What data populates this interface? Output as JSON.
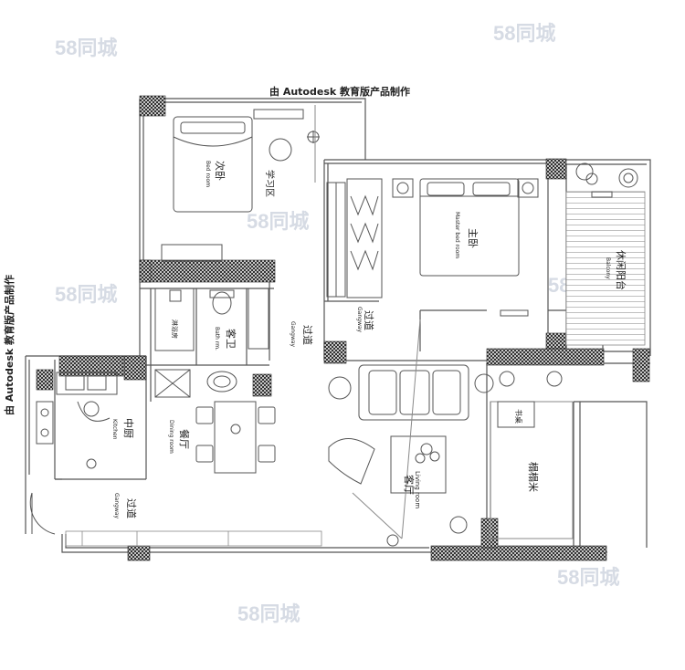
{
  "watermarks": {
    "top": "由 Autodesk 教育版产品制作",
    "left": "由 Autodesk 教育版产品制作",
    "site": "58同城"
  },
  "rooms": {
    "second_bedroom": {
      "zh": "次卧",
      "en": "Bed room"
    },
    "study": {
      "zh": "学习区"
    },
    "master_bedroom": {
      "zh": "主卧",
      "en": "Master bed room"
    },
    "balcony": {
      "zh": "休闲阳台",
      "en": "Balcony"
    },
    "bathroom": {
      "zh": "客卫",
      "en": "Bath rm."
    },
    "shower": {
      "zh": "淋浴房"
    },
    "corridor_center": {
      "zh": "过道",
      "en": "Gangway"
    },
    "corridor_right": {
      "zh": "过道",
      "en": "Gangway"
    },
    "kitchen": {
      "zh": "中厨",
      "en": "Kitchen"
    },
    "dining": {
      "zh": "餐厅",
      "en": "Dining room"
    },
    "living": {
      "zh": "客厅",
      "en": "Living room"
    },
    "tatami": {
      "zh": "榻榻米"
    },
    "study_area": {
      "zh": "书桌"
    },
    "corridor_bottom": {
      "zh": "过道",
      "en": "Gangway"
    }
  },
  "colors": {
    "wall": "#3a3a3a",
    "line": "#555555",
    "thin": "#8a8a8a"
  }
}
